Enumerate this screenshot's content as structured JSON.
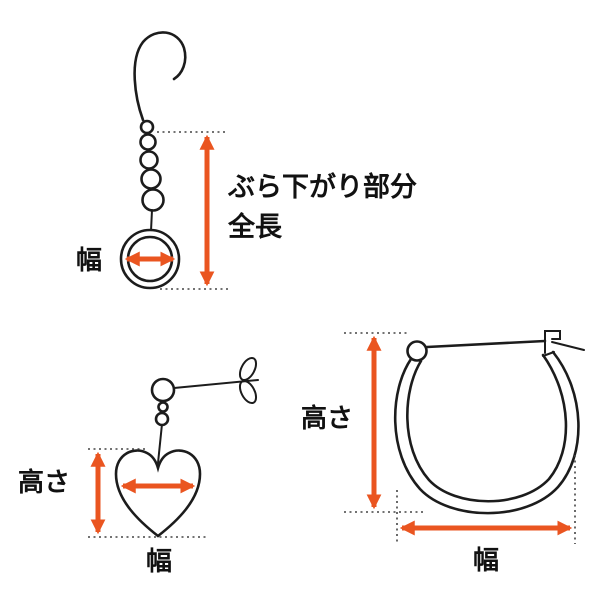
{
  "labels": {
    "hanging_part": "ぶら下がり部分",
    "total_length": "全長",
    "width": "幅",
    "height": "高さ"
  },
  "colors": {
    "arrow": "#ea5520",
    "line": "#1c1c1c",
    "guide": "#444444",
    "text": "#111111"
  }
}
